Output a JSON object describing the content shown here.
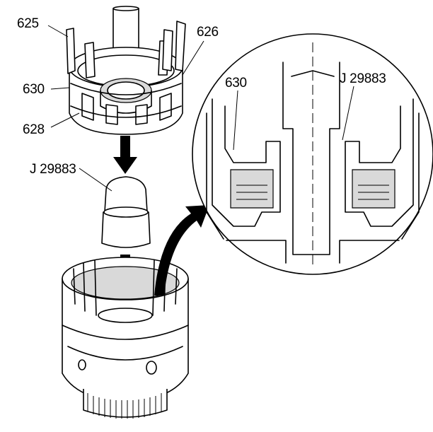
{
  "callouts": {
    "part_625": "625",
    "part_626": "626",
    "part_630_left": "630",
    "part_628": "628",
    "tool_left": "J 29883",
    "part_630_detail": "630",
    "tool_detail": "J 29883"
  },
  "icons": {
    "down_arrow_upper": "down-arrow-icon",
    "down_arrow_lower": "down-arrow-icon",
    "curved_arrow": "curved-arrow-icon"
  },
  "colors": {
    "line": "#000000",
    "background": "#ffffff",
    "shade": "#d9d9d9"
  }
}
